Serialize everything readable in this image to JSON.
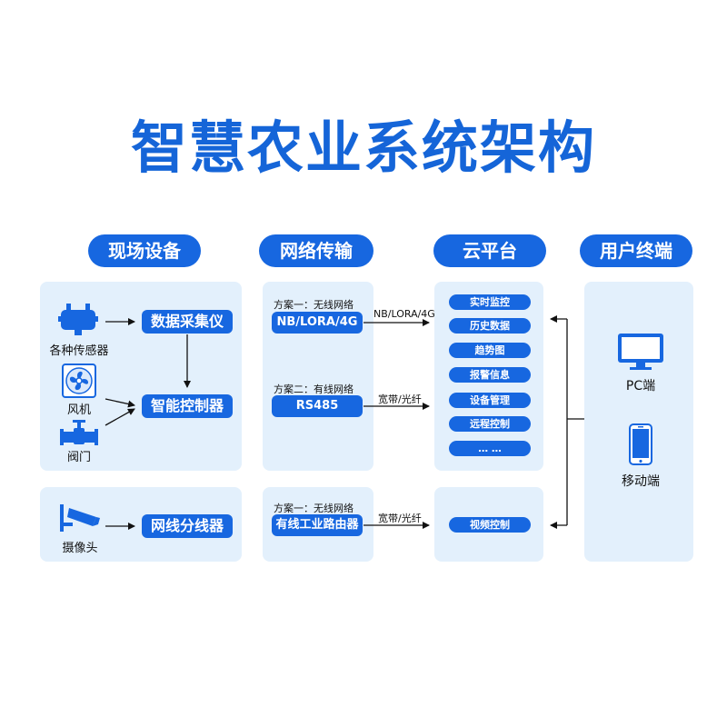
{
  "title": "智慧农业系统架构",
  "columns": {
    "field": "现场设备",
    "network": "网络传输",
    "cloud": "云平台",
    "user": "用户终端"
  },
  "field_devices": {
    "sensors": "各种传感器",
    "fan": "风机",
    "valve": "阀门",
    "camera": "摄像头"
  },
  "field_units": {
    "data_collector": "数据采集仪",
    "controller": "智能控制器",
    "splitter": "网线分线器"
  },
  "network": {
    "plan1_label": "方案一：无线网络",
    "plan1_button": "NB/LORA/4G",
    "plan1_link": "NB/LORA/4G",
    "plan2_label": "方案二：有线网络",
    "plan2_button": "RS485",
    "plan2_link": "宽带/光纤",
    "video_plan_label": "方案一：无线网络",
    "video_button": "有线工业路由器",
    "video_link": "宽带/光纤"
  },
  "cloud_items": [
    "实时监控",
    "历史数据",
    "趋势图",
    "报警信息",
    "设备管理",
    "远程控制",
    "… …"
  ],
  "cloud_video": "视频控制",
  "user_terminals": {
    "pc": "PC端",
    "mobile": "移动端"
  },
  "colors": {
    "accent": "#1767e0",
    "title": "#1565d8",
    "panel": "#e3f0fc"
  }
}
